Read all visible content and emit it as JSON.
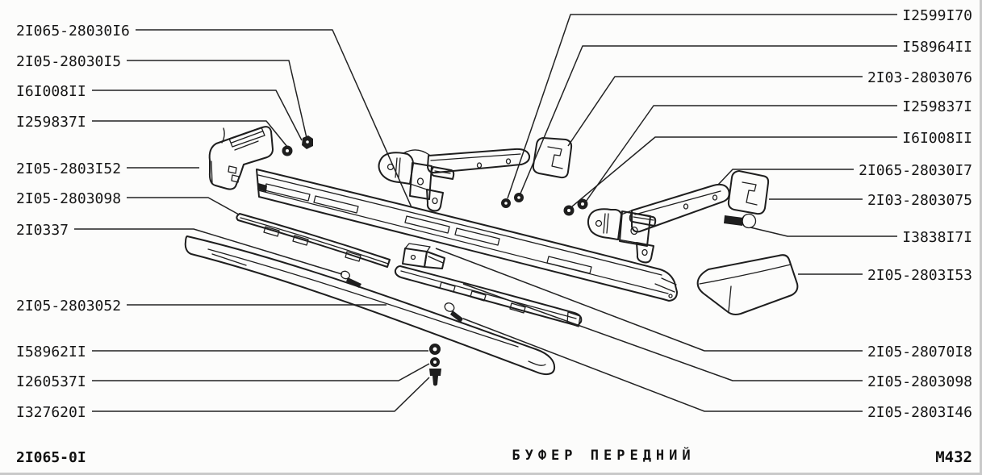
{
  "colors": {
    "ink": "#1e1e1e",
    "paper": "#fcfcfb"
  },
  "figure": {
    "footer_left_code": "2I065-0I",
    "caption": "БУФЕР ПЕРЕДНИЙ",
    "figure_number": "M432"
  },
  "labels": {
    "left": [
      {
        "text": "2I065-28030I6"
      },
      {
        "text": "2I05-28030I5"
      },
      {
        "text": "I6I008II"
      },
      {
        "text": "I259837I"
      },
      {
        "text": "2I05-2803I52"
      },
      {
        "text": "2I05-2803098"
      },
      {
        "text": "2I0337"
      },
      {
        "text": "2I05-2803052"
      },
      {
        "text": "I58962II"
      },
      {
        "text": "I260537I"
      },
      {
        "text": "I327620I"
      }
    ],
    "right": [
      {
        "text": "I2599I70"
      },
      {
        "text": "I58964II"
      },
      {
        "text": "2I03-2803076"
      },
      {
        "text": "I259837I"
      },
      {
        "text": "I6I008II"
      },
      {
        "text": "2I065-28030I7"
      },
      {
        "text": "2I03-2803075"
      },
      {
        "text": "I3838I7I"
      },
      {
        "text": "2I05-2803I53"
      },
      {
        "text": "2I05-28070I8"
      },
      {
        "text": "2I05-2803098"
      },
      {
        "text": "2I05-2803I46"
      }
    ]
  }
}
